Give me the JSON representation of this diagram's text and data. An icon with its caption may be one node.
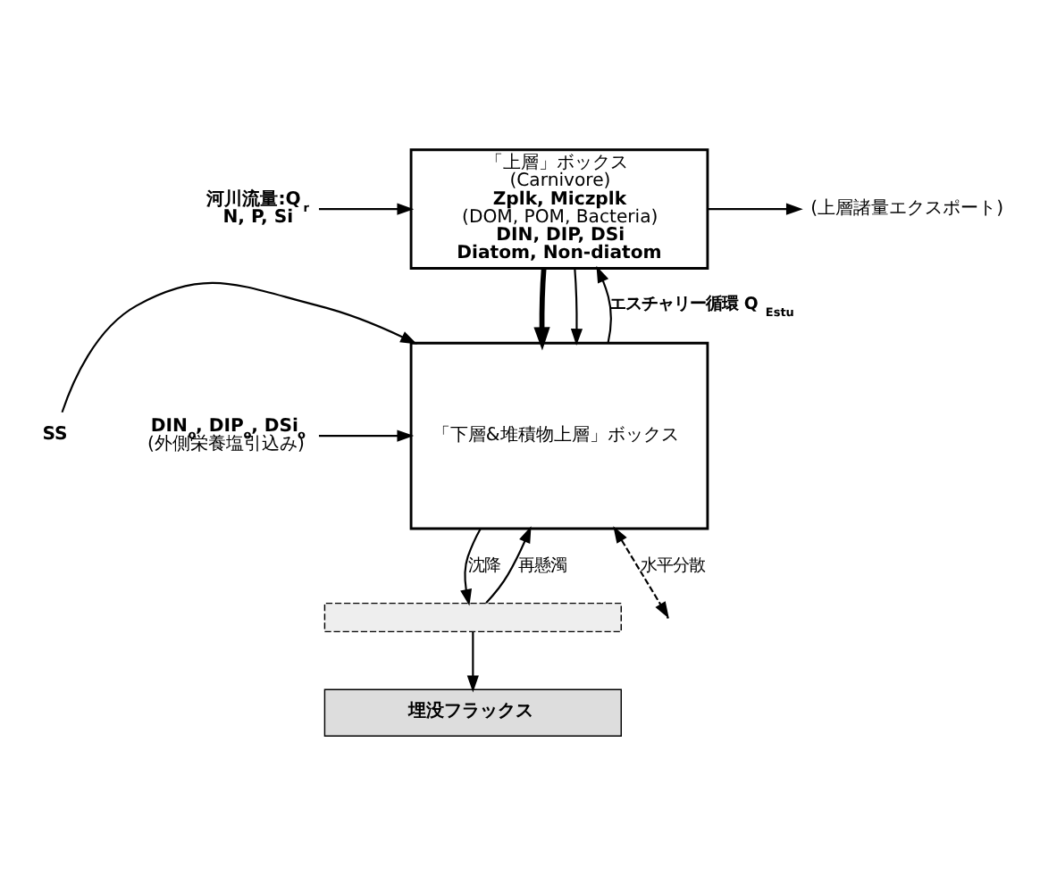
{
  "diagram": {
    "nodes": [
      {
        "text": [
          "「上層」ボックス",
          "(Carnivore)",
          "Zplk, Miczplk",
          "(DOM, POM, Bacteria)",
          "DIN, DIP, DSi",
          "Diatom, Non-diatom"
        ]
      },
      {
        "text": [
          "「下層&堆積物上層」ボックス"
        ]
      },
      {
        "text": [],
        "shape": "bar"
      },
      {
        "text": [
          "埋没フラックス"
        ]
      },
      {
        "text": [
          "河川流量:Q$_{r}$",
          "N, P, Si"
        ]
      },
      {
        "text": [
          "SS"
        ]
      },
      {
        "text": [
          "(上層諸量エクスポート)"
        ]
      },
      {
        "text": [
          "DIN$_{o}$, DIP$_{o}$, DSi$_{o}$",
          "(外側栄養塩引込み)"
        ]
      }
    ],
    "edges": [
      {
        "from": 4,
        "to": 0,
        "arrow": "to"
      },
      {
        "from": 5,
        "to": 1,
        "arrow": "to"
      },
      {
        "from": 7,
        "to": 1,
        "arrow": "to"
      },
      {
        "from": 1,
        "to": 0,
        "arrow": "to",
        "label": "エスチャリー循環 Q$_{Estu}$"
      },
      {
        "from": 0,
        "to": 6,
        "arrow": "to"
      },
      {
        "from": 0,
        "to": 1,
        "arrow": "to",
        "style": "thick"
      },
      {
        "from": 0,
        "to": 1,
        "arrow": "to"
      },
      {
        "from": 1,
        "to": 2,
        "arrow": "to",
        "label": "沈降"
      },
      {
        "from": 2,
        "to": 1,
        "arrow": "to",
        "label": "再懸濁"
      },
      {
        "from": 2,
        "to": 3,
        "arrow": "to"
      },
      {
        "from": 1,
        "to": null,
        "arrow": "both",
        "style": "dashed",
        "label": "水平分散"
      }
    ]
  }
}
